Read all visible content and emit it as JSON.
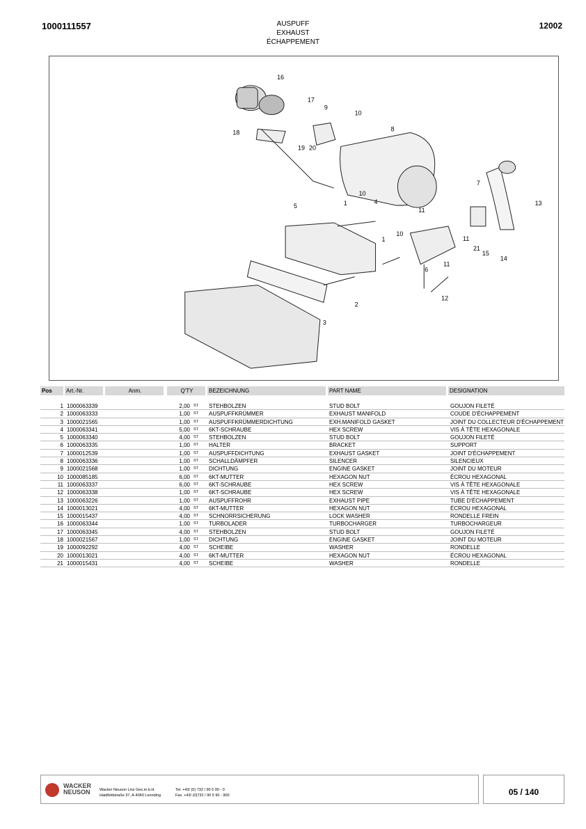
{
  "header": {
    "doc_number": "1000111557",
    "page_code": "12002",
    "title_de": "AUSPUFF",
    "title_en": "EXHAUST",
    "title_fr": "ÉCHAPPEMENT"
  },
  "figure": {
    "callouts": [
      "16",
      "17",
      "9",
      "10",
      "8",
      "18",
      "19",
      "20",
      "7",
      "13",
      "5",
      "1",
      "10",
      "4",
      "11",
      "11",
      "21",
      "15",
      "14",
      "10",
      "1",
      "6",
      "11",
      "12",
      "2",
      "3"
    ]
  },
  "table": {
    "headers": {
      "pos": "Pos",
      "art": "Art.-Nr.",
      "anm": "Anm.",
      "qty": "Q'TY",
      "de": "BEZEICHNUNG",
      "en": "PART NAME",
      "fr": "DESIGNATION"
    },
    "rows": [
      {
        "pos": "1",
        "art": "1000063339",
        "qty": "2,00",
        "unit": "ST",
        "de": "STEHBOLZEN",
        "en": "STUD BOLT",
        "fr": "GOUJON FILETÉ"
      },
      {
        "pos": "2",
        "art": "1000063333",
        "qty": "1,00",
        "unit": "ST",
        "de": "AUSPUFFKRÜMMER",
        "en": "EXHAUST MANIFOLD",
        "fr": "COUDE D'ÉCHAPPEMENT"
      },
      {
        "pos": "3",
        "art": "1000021565",
        "qty": "1,00",
        "unit": "ST",
        "de": "AUSPUFFKRÜMMERDICHTUNG",
        "en": "EXH.MANIFOLD GASKET",
        "fr": "JOINT DU COLLECTEUR D'ÉCHAPPEMENT"
      },
      {
        "pos": "4",
        "art": "1000063341",
        "qty": "5,00",
        "unit": "ST",
        "de": "6KT-SCHRAUBE",
        "en": "HEX SCREW",
        "fr": "VIS À TÊTE HEXAGONALE"
      },
      {
        "pos": "5",
        "art": "1000063340",
        "qty": "4,00",
        "unit": "ST",
        "de": "STEHBOLZEN",
        "en": "STUD BOLT",
        "fr": "GOUJON FILETÉ"
      },
      {
        "pos": "6",
        "art": "1000063335",
        "qty": "1,00",
        "unit": "ST",
        "de": "HALTER",
        "en": "BRACKET",
        "fr": "SUPPORT"
      },
      {
        "pos": "7",
        "art": "1000012539",
        "qty": "1,00",
        "unit": "ST",
        "de": "AUSPUFFDICHTUNG",
        "en": "EXHAUST GASKET",
        "fr": "JOINT D'ÉCHAPPEMENT"
      },
      {
        "pos": "8",
        "art": "1000063336",
        "qty": "1,00",
        "unit": "ST",
        "de": "SCHALLDÄMPFER",
        "en": "SILENCER",
        "fr": "SILENCIEUX"
      },
      {
        "pos": "9",
        "art": "1000021568",
        "qty": "1,00",
        "unit": "ST",
        "de": "DICHTUNG",
        "en": "ENGINE GASKET",
        "fr": "JOINT DU MOTEUR"
      },
      {
        "pos": "10",
        "art": "1000085185",
        "qty": "6,00",
        "unit": "ST",
        "de": "6KT-MUTTER",
        "en": "HEXAGON NUT",
        "fr": "ÉCROU HEXAGONAL"
      },
      {
        "pos": "11",
        "art": "1000063337",
        "qty": "6,00",
        "unit": "ST",
        "de": "6KT-SCHRAUBE",
        "en": "HEX SCREW",
        "fr": "VIS À TÊTE HEXAGONALE"
      },
      {
        "pos": "12",
        "art": "1000063338",
        "qty": "1,00",
        "unit": "ST",
        "de": "6KT-SCHRAUBE",
        "en": "HEX SCREW",
        "fr": "VIS À TÊTE HEXAGONALE"
      },
      {
        "pos": "13",
        "art": "1000063226",
        "qty": "1,00",
        "unit": "ST",
        "de": "AUSPUFFROHR",
        "en": "EXHAUST PIPE",
        "fr": "TUBE D'ÉCHAPPEMENT"
      },
      {
        "pos": "14",
        "art": "1000013021",
        "qty": "4,00",
        "unit": "ST",
        "de": "6KT-MUTTER",
        "en": "HEXAGON NUT",
        "fr": "ÉCROU HEXAGONAL"
      },
      {
        "pos": "15",
        "art": "1000015437",
        "qty": "4,00",
        "unit": "ST",
        "de": "SCHNORRSICHERUNG",
        "en": "LOCK WASHER",
        "fr": "RONDELLE FREIN"
      },
      {
        "pos": "16",
        "art": "1000063344",
        "qty": "1,00",
        "unit": "ST",
        "de": "TURBOLADER",
        "en": "TURBOCHARGER",
        "fr": "TURBOCHARGEUR"
      },
      {
        "pos": "17",
        "art": "1000063345",
        "qty": "4,00",
        "unit": "ST",
        "de": "STEHBOLZEN",
        "en": "STUD BOLT",
        "fr": "GOUJON FILETÉ"
      },
      {
        "pos": "18",
        "art": "1000021567",
        "qty": "1,00",
        "unit": "ST",
        "de": "DICHTUNG",
        "en": "ENGINE GASKET",
        "fr": "JOINT DU MOTEUR"
      },
      {
        "pos": "19",
        "art": "1000092292",
        "qty": "4,00",
        "unit": "ST",
        "de": "SCHEIBE",
        "en": "WASHER",
        "fr": "RONDELLE"
      },
      {
        "pos": "20",
        "art": "1000013021",
        "qty": "4,00",
        "unit": "ST",
        "de": "6KT-MUTTER",
        "en": "HEXAGON NUT",
        "fr": "ÉCROU HEXAGONAL"
      },
      {
        "pos": "21",
        "art": "1000015431",
        "qty": "4,00",
        "unit": "ST",
        "de": "SCHEIBE",
        "en": "WASHER",
        "fr": "RONDELLE"
      }
    ]
  },
  "footer": {
    "logo_line1": "WACKER",
    "logo_line2": "NEUSON",
    "company": "Wacker Neuson Linz  Ges.m.b.H.",
    "address": "Haidfeldstraße 37, A-4060 Leonding",
    "tel": "Tel. +43/ (0) 732 / 90 5 90 - 0",
    "fax": "Fax. +43/ (0)732 / 90 5 90 - 900",
    "page": "05 / 140"
  }
}
